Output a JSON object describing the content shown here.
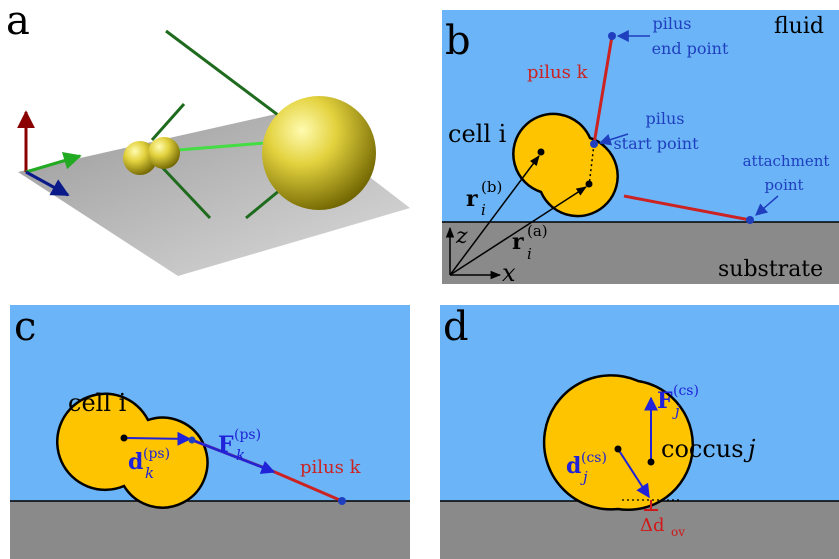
{
  "colors": {
    "fluid": "#6ab4f7",
    "substrate": "#8a8a8a",
    "cell_fill": "#ffc400",
    "cell_stroke": "#000000",
    "pilus": "#cc2222",
    "label_blue": "#1f3fbf",
    "arrow_blue": "#1f22d8",
    "label_red": "#d01818",
    "sphere": "#d8c83a",
    "rod": "#1e6b1e",
    "plane": "#b5b5b5"
  },
  "panels": {
    "a": {
      "letter": "a"
    },
    "b": {
      "letter": "b",
      "fluid_label": "fluid",
      "substrate_label": "substrate",
      "cell_label": "cell i",
      "pilus_label": "pilus k",
      "end_point_line1": "pilus",
      "end_point_line2": "end point",
      "start_point_line1": "pilus",
      "start_point_line2": "start point",
      "attach_line1": "attachment",
      "attach_line2": "point",
      "rb_main": "r",
      "rb_sub": "i",
      "rb_sup": "(b)",
      "ra_main": "r",
      "ra_sub": "i",
      "ra_sup": "(a)",
      "axis_z": "z",
      "axis_x": "x"
    },
    "c": {
      "letter": "c",
      "cell_label": "cell i",
      "pilus_label": "pilus k",
      "d_main": "d",
      "d_sub": "k",
      "d_sup": "(ps)",
      "f_main": "F",
      "f_sub": "k",
      "f_sup": "(ps)"
    },
    "d": {
      "letter": "d",
      "coccus_label": "coccus",
      "coccus_index": "j",
      "d_main": "d",
      "d_sub": "j",
      "d_sup": "(cs)",
      "f_main": "F",
      "f_sub": "j",
      "f_sup": "(cs)",
      "overlap_label": "Δd",
      "overlap_sub": "ov"
    }
  }
}
